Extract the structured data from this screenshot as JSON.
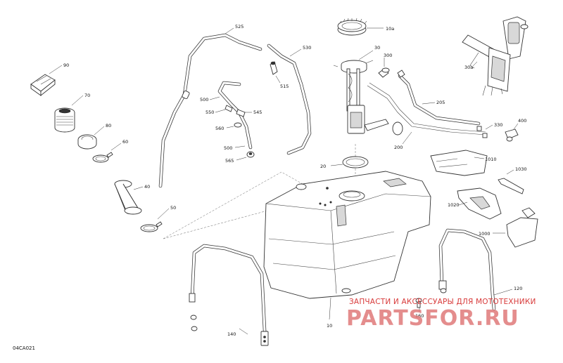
{
  "figure": {
    "code": "04CA021",
    "callouts": {
      "p10a": "10a",
      "p30": "30",
      "p300": "300",
      "p30a": "30a",
      "p90": "90",
      "p70": "70",
      "p80": "80",
      "p60": "60",
      "p40": "40",
      "p50": "50",
      "p525": "525",
      "p530": "530",
      "p515": "515",
      "p500a": "500",
      "p550": "550",
      "p545": "545",
      "p560": "560",
      "p500b": "500",
      "p565": "565",
      "p205": "205",
      "p330": "330",
      "p400": "400",
      "p200": "200",
      "p20": "20",
      "p1010": "1010",
      "p1030": "1030",
      "p1020": "1020",
      "p1000": "1000",
      "p120": "120",
      "p140": "140",
      "p10": "10",
      "p160": "160"
    }
  },
  "watermark": {
    "line": "ЗАПЧАСТИ И АКСЕССУАРЫ ДЛЯ МОТОТЕХНИКИ",
    "logo": "PARTSFOR.RU"
  }
}
